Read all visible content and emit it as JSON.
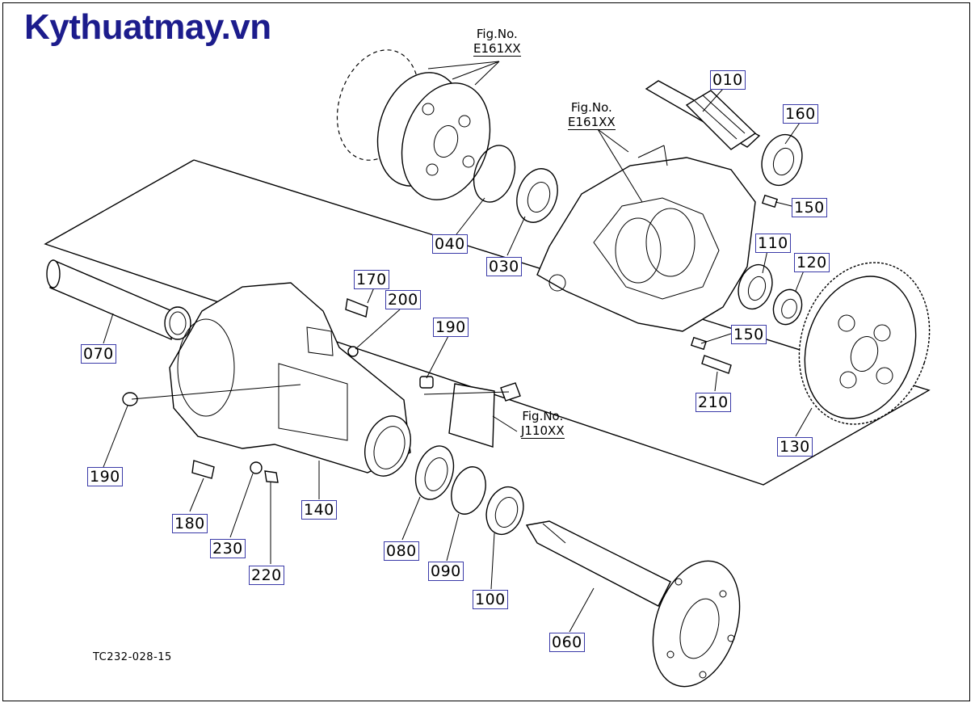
{
  "brand": "Kythuatmay.vn",
  "figure_refs": [
    {
      "prefix": "Fig.No.",
      "code": "E161XX"
    },
    {
      "prefix": "Fig.No.",
      "code": "E161XX"
    },
    {
      "prefix": "Fig.No.",
      "code": "J110XX"
    }
  ],
  "parts": {
    "p010": "010",
    "p160": "160",
    "p150a": "150",
    "p040": "040",
    "p030": "030",
    "p110": "110",
    "p120": "120",
    "p150b": "150",
    "p170": "170",
    "p200": "200",
    "p190a": "190",
    "p070": "070",
    "p210": "210",
    "p130": "130",
    "p190b": "190",
    "p180": "180",
    "p140": "140",
    "p230": "230",
    "p220": "220",
    "p080": "080",
    "p090": "090",
    "p100": "100",
    "p060": "060"
  },
  "drawing_code": "TC232-028-15"
}
